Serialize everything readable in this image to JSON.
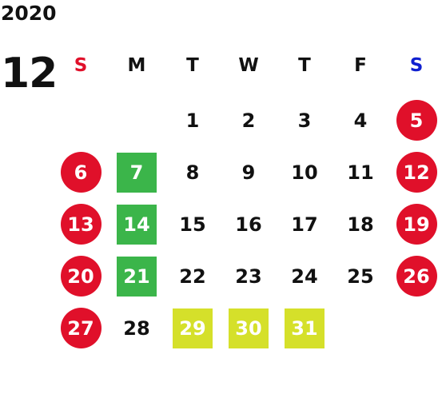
{
  "calendar": {
    "year": "2020",
    "month": "12",
    "colors": {
      "sunday_label": "#e0102a",
      "saturday_label": "#1020d0",
      "holiday_circle": "#e0102a",
      "green_square": "#3bb54a",
      "lime_square": "#d5e02a"
    },
    "weekdays": [
      {
        "label": "S",
        "color": "#e0102a"
      },
      {
        "label": "M",
        "color": "#111111"
      },
      {
        "label": "T",
        "color": "#111111"
      },
      {
        "label": "W",
        "color": "#111111"
      },
      {
        "label": "T",
        "color": "#111111"
      },
      {
        "label": "F",
        "color": "#111111"
      },
      {
        "label": "S",
        "color": "#1020d0"
      }
    ],
    "weeks": [
      [
        {
          "day": "",
          "style": "none"
        },
        {
          "day": "",
          "style": "none"
        },
        {
          "day": "1",
          "style": "plain"
        },
        {
          "day": "2",
          "style": "plain"
        },
        {
          "day": "3",
          "style": "plain"
        },
        {
          "day": "4",
          "style": "plain"
        },
        {
          "day": "5",
          "style": "red"
        }
      ],
      [
        {
          "day": "6",
          "style": "red"
        },
        {
          "day": "7",
          "style": "green"
        },
        {
          "day": "8",
          "style": "plain"
        },
        {
          "day": "9",
          "style": "plain"
        },
        {
          "day": "10",
          "style": "plain"
        },
        {
          "day": "11",
          "style": "plain"
        },
        {
          "day": "12",
          "style": "red"
        }
      ],
      [
        {
          "day": "13",
          "style": "red"
        },
        {
          "day": "14",
          "style": "green"
        },
        {
          "day": "15",
          "style": "plain"
        },
        {
          "day": "16",
          "style": "plain"
        },
        {
          "day": "17",
          "style": "plain"
        },
        {
          "day": "18",
          "style": "plain"
        },
        {
          "day": "19",
          "style": "red"
        }
      ],
      [
        {
          "day": "20",
          "style": "red"
        },
        {
          "day": "21",
          "style": "green"
        },
        {
          "day": "22",
          "style": "plain"
        },
        {
          "day": "23",
          "style": "plain"
        },
        {
          "day": "24",
          "style": "plain"
        },
        {
          "day": "25",
          "style": "plain"
        },
        {
          "day": "26",
          "style": "red"
        }
      ],
      [
        {
          "day": "27",
          "style": "red"
        },
        {
          "day": "28",
          "style": "plain"
        },
        {
          "day": "29",
          "style": "lime"
        },
        {
          "day": "30",
          "style": "lime"
        },
        {
          "day": "31",
          "style": "lime"
        },
        {
          "day": "",
          "style": "none"
        },
        {
          "day": "",
          "style": "none"
        }
      ]
    ]
  }
}
